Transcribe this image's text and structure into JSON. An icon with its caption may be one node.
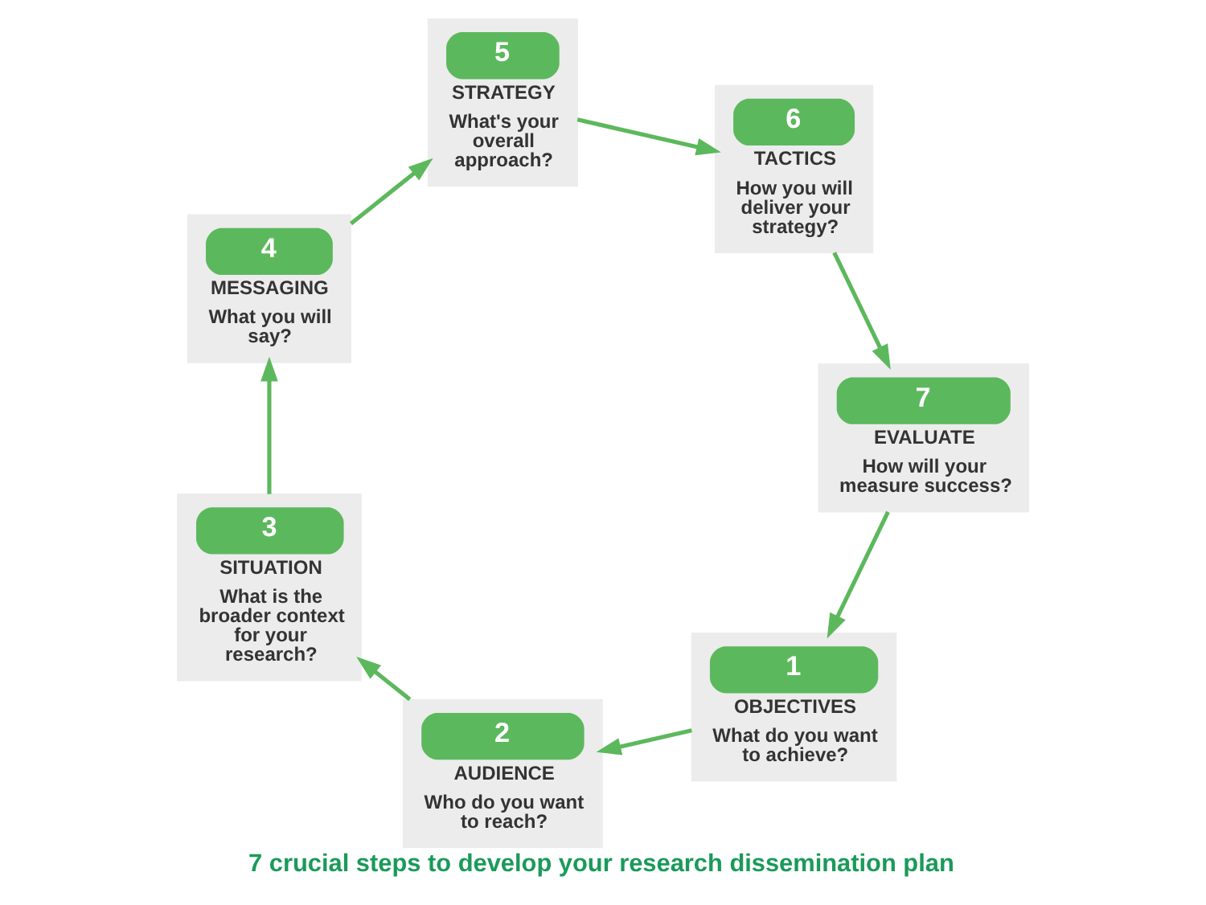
{
  "diagram": {
    "title": "7 crucial steps to develop your research dissemination plan",
    "nodes": [
      {
        "text": [
          "1",
          "OBJECTIVES",
          "What do you want to achieve?"
        ]
      },
      {
        "text": [
          "2",
          "AUDIENCE",
          "Who do you want to reach?"
        ]
      },
      {
        "text": [
          "3",
          "SITUATION",
          "What is the broader context for your research?"
        ]
      },
      {
        "text": [
          "4",
          "MESSAGING",
          "What you will say?"
        ]
      },
      {
        "text": [
          "5",
          "STRATEGY",
          "What's your overall approach?"
        ]
      },
      {
        "text": [
          "6",
          "TACTICS",
          "How you will deliver your strategy?"
        ]
      },
      {
        "text": [
          "7",
          "EVALUATE",
          "How will your measure success?"
        ]
      }
    ],
    "edges": [
      {
        "from": 0,
        "to": 1,
        "arrow": "to"
      },
      {
        "from": 1,
        "to": 2,
        "arrow": "to"
      },
      {
        "from": 2,
        "to": 3,
        "arrow": "to"
      },
      {
        "from": 3,
        "to": 4,
        "arrow": "to"
      },
      {
        "from": 4,
        "to": 5,
        "arrow": "to"
      },
      {
        "from": 5,
        "to": 6,
        "arrow": "to"
      },
      {
        "from": 6,
        "to": 0,
        "arrow": "to"
      }
    ]
  }
}
